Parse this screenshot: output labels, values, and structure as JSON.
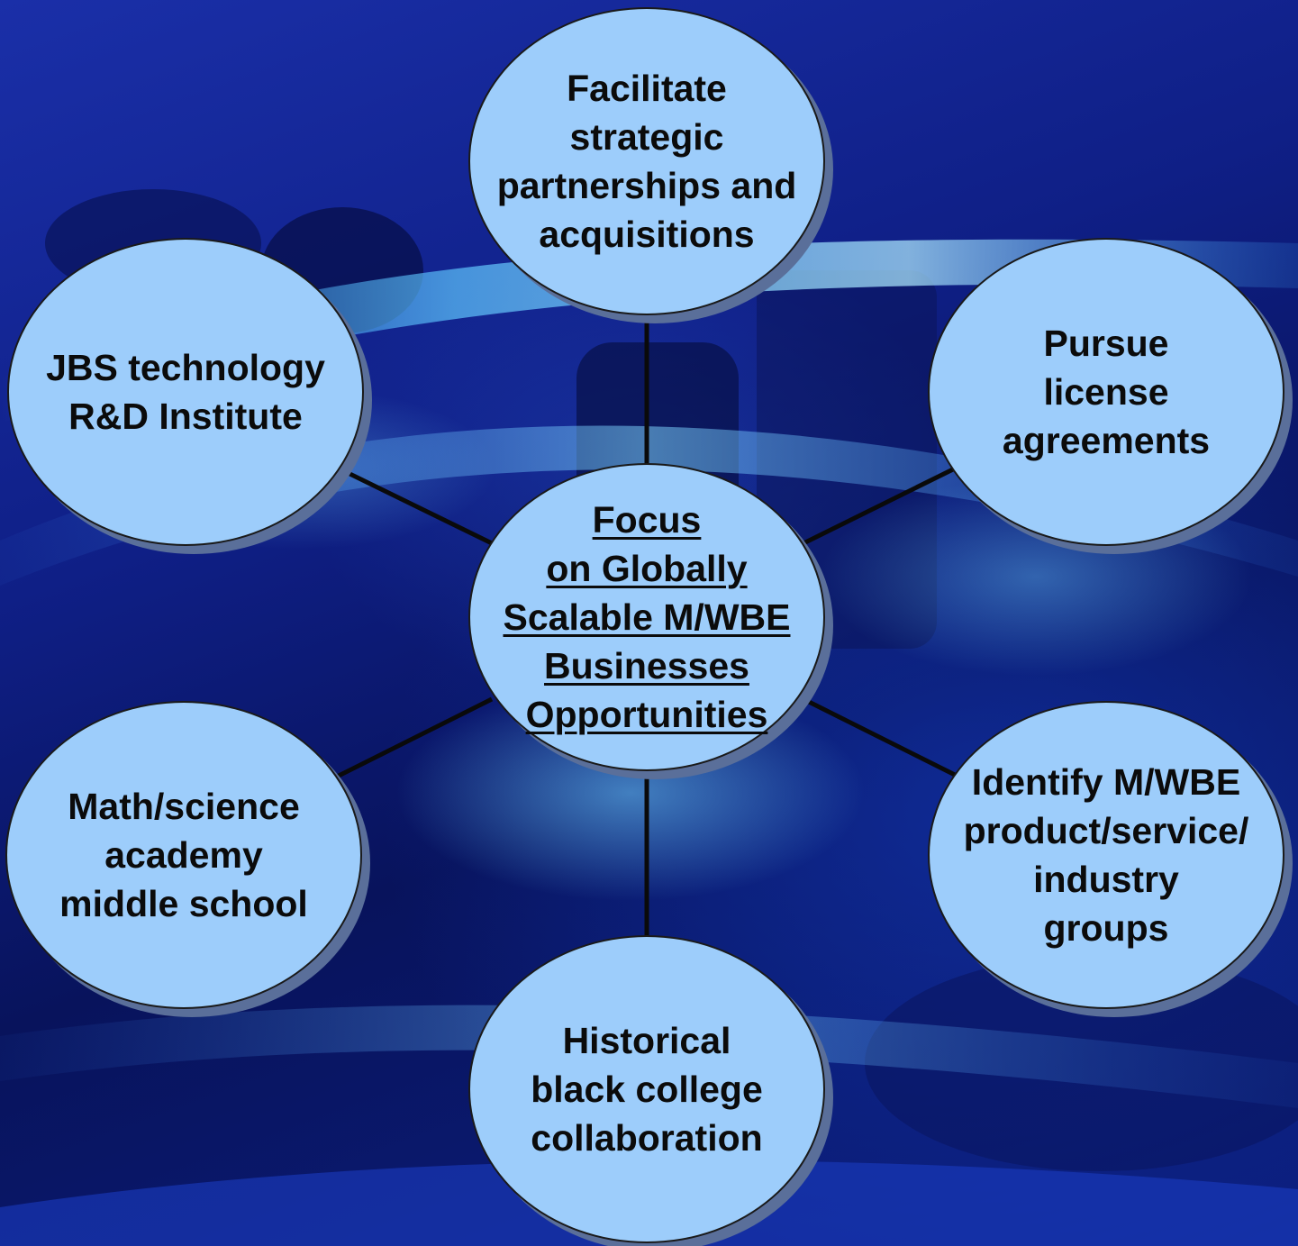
{
  "diagram": {
    "center": {
      "label": "Focus\non Globally\nScalable M/WBE\nBusinesses\nOpportunities"
    },
    "nodes": {
      "top": "Facilitate\nstrategic\npartnerships and\nacquisitions",
      "top_left": "JBS technology\nR&D Institute",
      "top_right": "Pursue\nlicense\nagreements",
      "bottom_left": "Math/science\nacademy\nmiddle school",
      "bottom_right": "Identify M/WBE\nproduct/service/\nindustry\ngroups",
      "bottom": "Historical\nblack college\ncollaboration"
    }
  },
  "colors": {
    "node_fill": "#9dcdfb",
    "node_border": "#1a1a1a",
    "node_shadow": "#5a6f9a",
    "background": "#0f1f86",
    "connector": "#0a0a0a",
    "text": "#0b0b0b"
  }
}
